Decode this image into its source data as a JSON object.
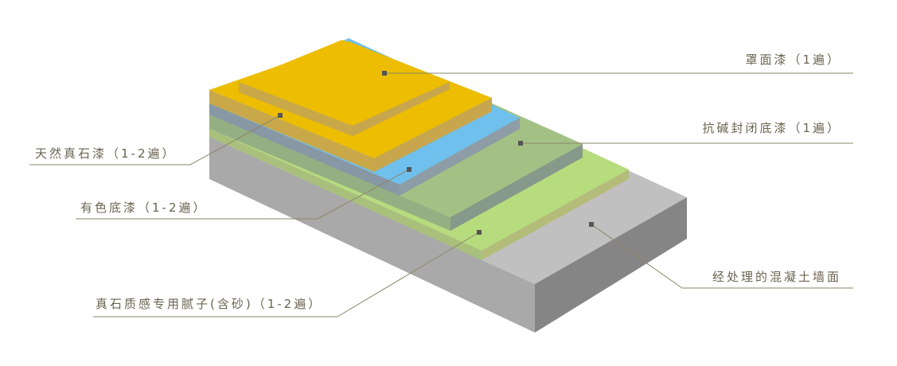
{
  "title": "真石漆涂层结构示意图",
  "layers": [
    {
      "id": "topcoat",
      "label": "罩面漆（1遍）",
      "color": "#ecbd00"
    },
    {
      "id": "natural-stone-paint",
      "label": "天然真石漆（1-2遍）",
      "color": "#c9a84a"
    },
    {
      "id": "colored-primer",
      "label": "有色底漆（1-2遍）",
      "color": "#6fc0ec"
    },
    {
      "id": "alkali-sealer",
      "label": "抗碱封闭底漆（1遍）",
      "color": "#a3c184"
    },
    {
      "id": "putty",
      "label": "真石质感专用腻子(含砂)（1-2遍）",
      "color": "#b7dc7e"
    },
    {
      "id": "concrete-wall",
      "label": "经处理的混凝土墙面",
      "color": "#c0c0c0"
    }
  ],
  "line_color": "#8a866a",
  "marker_color": "#555555"
}
